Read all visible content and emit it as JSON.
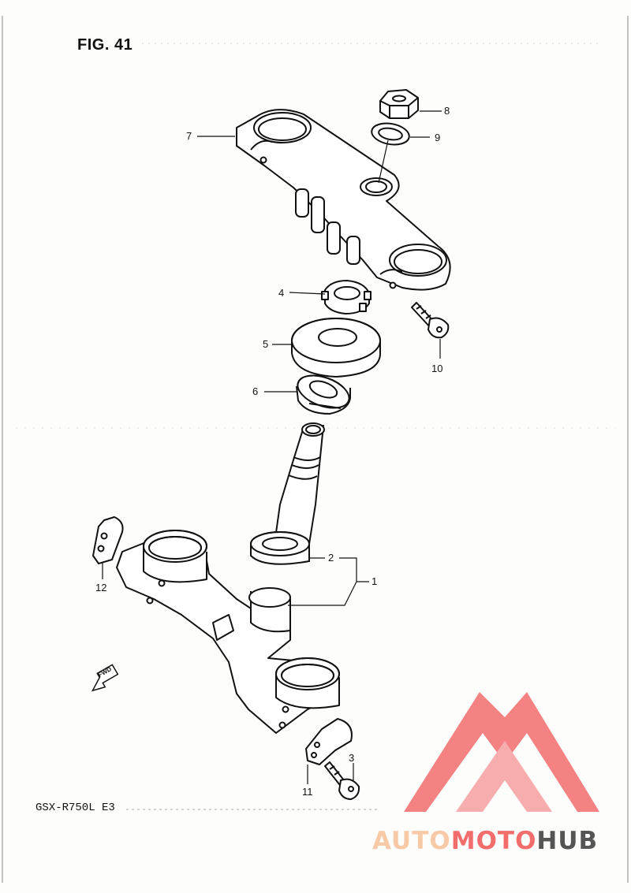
{
  "figure": {
    "title": "FIG. 41",
    "model_code": "GSX-R750L E3"
  },
  "callouts": [
    {
      "id": "1",
      "label": "1"
    },
    {
      "id": "2",
      "label": "2"
    },
    {
      "id": "3",
      "label": "3"
    },
    {
      "id": "4",
      "label": "4"
    },
    {
      "id": "5",
      "label": "5"
    },
    {
      "id": "6",
      "label": "6"
    },
    {
      "id": "7",
      "label": "7"
    },
    {
      "id": "8",
      "label": "8"
    },
    {
      "id": "9",
      "label": "9"
    },
    {
      "id": "10",
      "label": "10"
    },
    {
      "id": "11",
      "label": "11"
    },
    {
      "id": "12",
      "label": "12"
    }
  ],
  "fwd_marker": "FWD",
  "watermark": {
    "part1": "AUTO",
    "part2": "MOTO",
    "part3": "HUB",
    "color_light": "#f7c9a6",
    "color_red": "#f36d6d",
    "color_dark": "#555555"
  }
}
